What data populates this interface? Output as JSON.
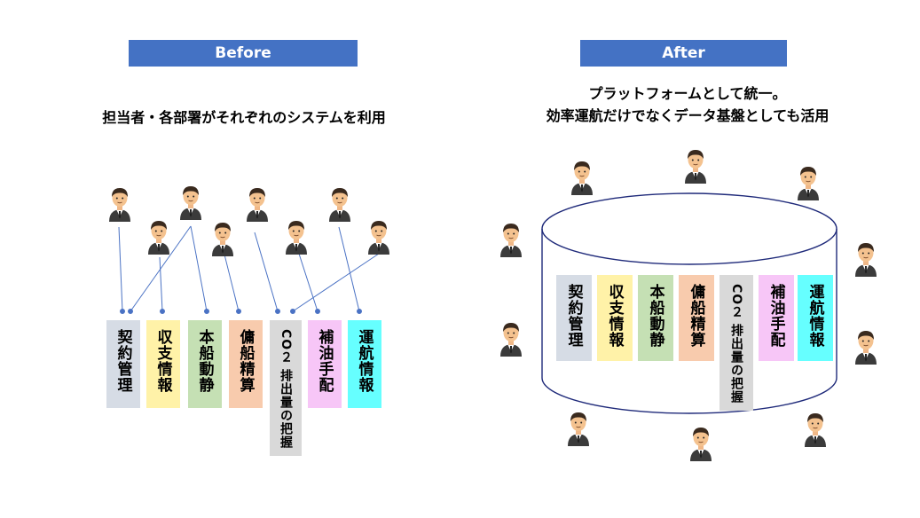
{
  "before": {
    "header": "Before",
    "subtitle": "担当者・各部署がそれぞれのシステムを利用",
    "systems": [
      {
        "label": "契約管理",
        "color": "#d6dce5"
      },
      {
        "label": "収支情報",
        "color": "#fff2a8"
      },
      {
        "label": "本船動静",
        "color": "#c5e0b4"
      },
      {
        "label": "傭船精算",
        "color": "#f8cbad"
      },
      {
        "label": "CO２ 排出量の把握",
        "color": "#d9d9d9"
      },
      {
        "label": "補油手配",
        "color": "#f7c6f7"
      },
      {
        "label": "運航情報",
        "color": "#66ffff"
      }
    ]
  },
  "after": {
    "header": "After",
    "subtitle_line1": "プラットフォームとして統一。",
    "subtitle_line2": "効率運航だけでなくデータ基盤としても活用",
    "systems": [
      {
        "label": "契約管理",
        "color": "#d6dce5"
      },
      {
        "label": "収支情報",
        "color": "#fff2a8"
      },
      {
        "label": "本船動静",
        "color": "#c5e0b4"
      },
      {
        "label": "傭船精算",
        "color": "#f8cbad"
      },
      {
        "label": "CO２ 排出量の把握",
        "color": "#d9d9d9"
      },
      {
        "label": "補油手配",
        "color": "#f7c6f7"
      },
      {
        "label": "運航情報",
        "color": "#66ffff"
      }
    ]
  },
  "colors": {
    "header_bg": "#4472c4",
    "connector": "#4a72c4",
    "cylinder_stroke": "#1f2a7a"
  },
  "icons": {
    "person": "businessman-icon"
  }
}
